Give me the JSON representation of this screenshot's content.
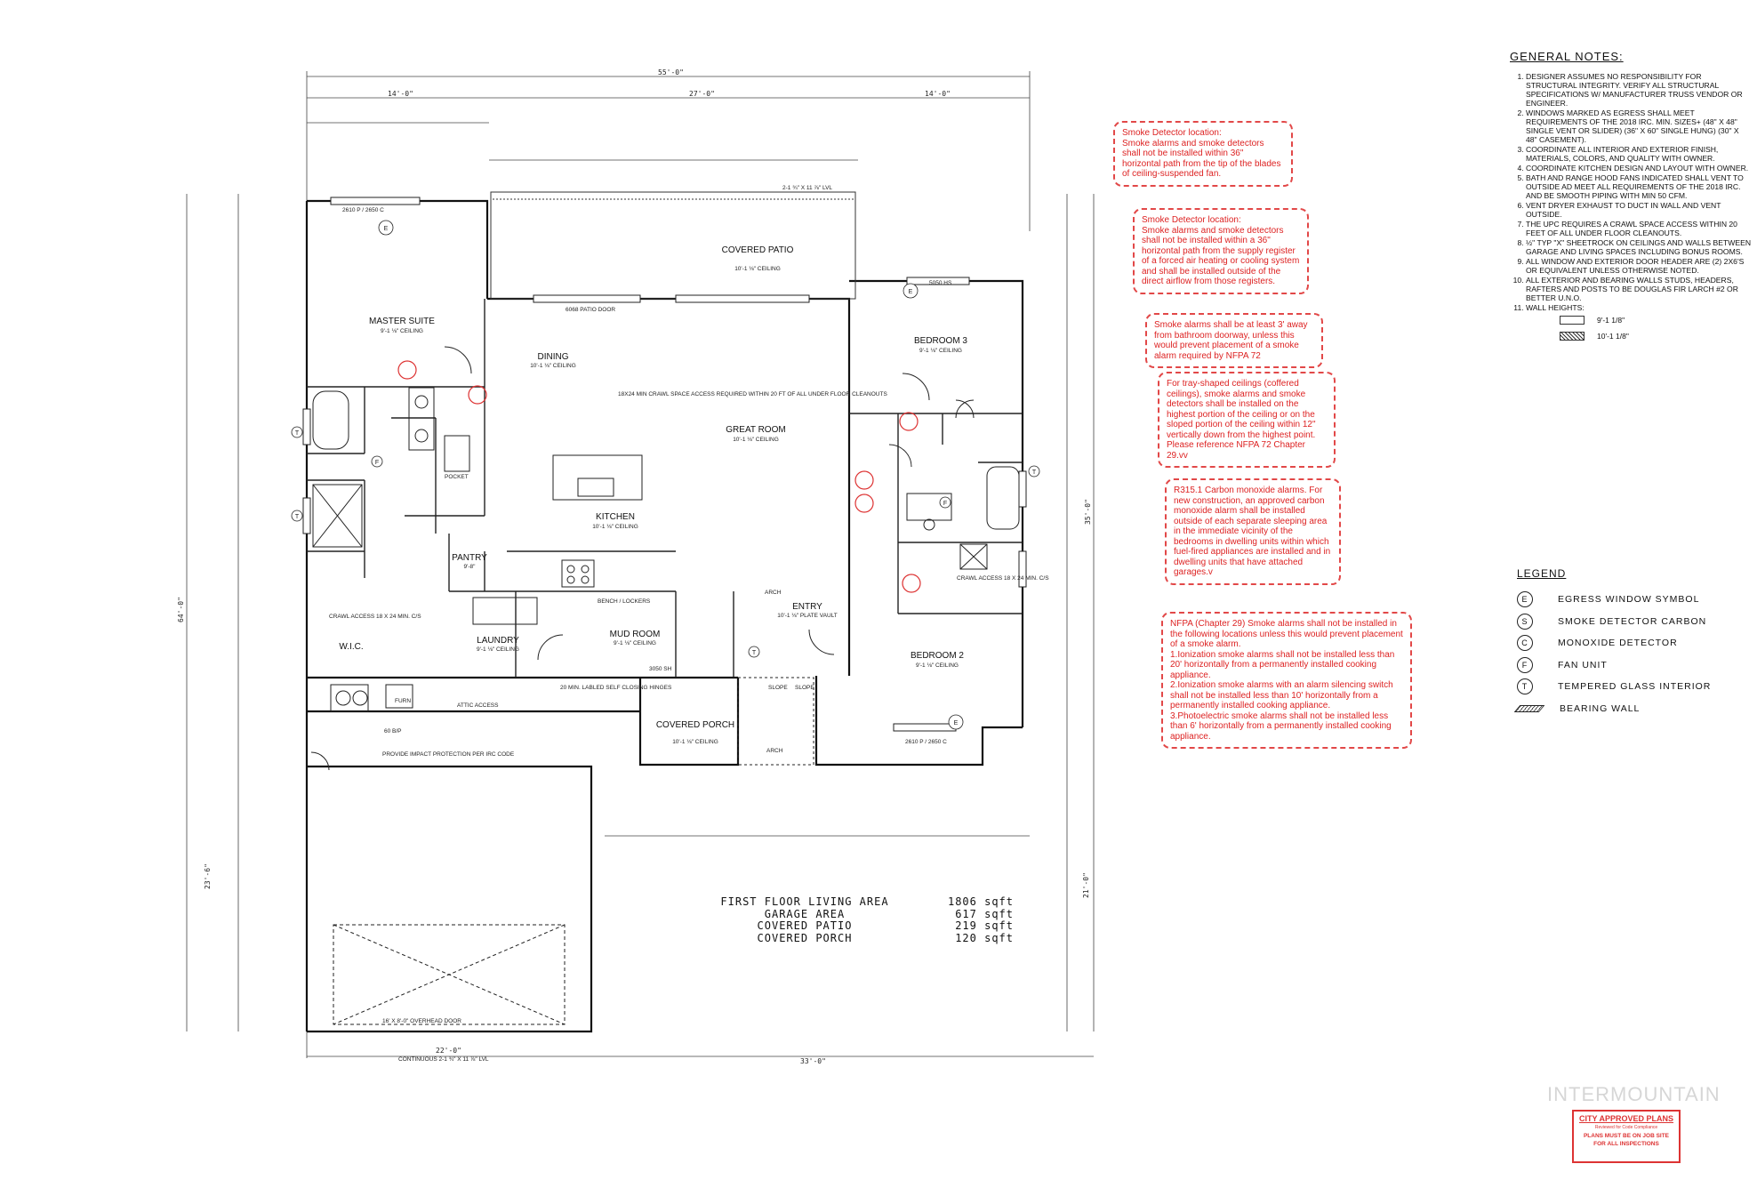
{
  "rooms": {
    "master_suite": {
      "name": "MASTER SUITE",
      "ceiling": "9'-1 ⅛\" CEILING"
    },
    "dining": {
      "name": "DINING",
      "ceiling": "10'-1 ⅛\" CEILING"
    },
    "great_room": {
      "name": "GREAT ROOM",
      "ceiling": "10'-1 ⅛\" CEILING"
    },
    "kitchen": {
      "name": "KITCHEN",
      "ceiling": "10'-1 ⅛\" CEILING"
    },
    "covered_patio": {
      "name": "COVERED PATIO",
      "ceiling": "10'-1 ⅛\" CEILING"
    },
    "bedroom3": {
      "name": "BEDROOM 3",
      "ceiling": "9'-1 ⅛\" CEILING"
    },
    "bedroom2": {
      "name": "BEDROOM 2",
      "ceiling": "9'-1 ⅛\" CEILING"
    },
    "pantry": {
      "name": "PANTRY",
      "ceiling": "9'-8\""
    },
    "laundry": {
      "name": "LAUNDRY",
      "ceiling": "9'-1 ⅛\" CEILING"
    },
    "mud_room": {
      "name": "MUD ROOM",
      "ceiling": "9'-1 ⅛\" CEILING"
    },
    "entry": {
      "name": "ENTRY",
      "ceiling": "10'-1 ⅛\" PLATE VAULT"
    },
    "covered_porch": {
      "name": "COVERED PORCH",
      "ceiling": "10'-1 ⅛\" CEILING"
    },
    "wic": {
      "name": "W.I.C."
    }
  },
  "plan_labels": {
    "crawl_space": "18X24 MIN CRAWL SPACE ACCESS REQUIRED WITHIN 20 FT OF ALL UNDER FLOOR CLEANOUTS",
    "crawl_access": "CRAWL ACCESS 18 X 24 MIN. C/S",
    "attic_access": "ATTIC ACCESS",
    "impact": "PROVIDE IMPACT PROTECTION PER IRC CODE",
    "bench": "BENCH / LOCKERS",
    "self_closing": "20 MIN. LABLED SELF CLOSING HINGES",
    "overhead_door": "16' X 8'-0\" OVERHEAD DOOR",
    "continuous": "CONTINUOUS 2-1 ¾\" X 11 ⅞\" LVL",
    "lvl": "2-1 ¾\" X 11 ⅞\" LVL",
    "patio_door": "6068 PATIO DOOR",
    "pocket": "POCKET",
    "slope": "SLOPE",
    "arch": "ARCH",
    "furn": "FURN",
    "sixty_wh": "60 B/P",
    "win_e1": "2610 P / 2650 C",
    "win_e2": "5050 HS",
    "win_3050": "3050 SH"
  },
  "dimensions": {
    "overall_top": "55'-0\"",
    "top_left": "14'-0\"",
    "top_mid": "27'-0\"",
    "top_right": "14'-0\"",
    "left_total": "64'-0\"",
    "right_total": "35'-0\"",
    "bottom_left": "22'-0\"",
    "bottom_right": "33'-0\"",
    "garage_side": "23'-6\"",
    "right_lower": "21'-0\""
  },
  "areas": [
    {
      "label": "FIRST FLOOR LIVING AREA",
      "value": "1806 sqft"
    },
    {
      "label": "GARAGE AREA",
      "value": "617 sqft"
    },
    {
      "label": "COVERED PATIO",
      "value": "219 sqft"
    },
    {
      "label": "COVERED PORCH",
      "value": "120 sqft"
    }
  ],
  "red_notes": [
    "Smoke Detector location:\nSmoke alarms and smoke detectors shall not be installed within 36\" horizontal path from the tip of the blades of ceiling-suspended fan.",
    "Smoke Detector location:\nSmoke alarms and smoke detectors shall not be installed within a 36\" horizontal path from the supply register of a forced air heating or cooling system and shall be installed outside of the direct airflow from those registers.",
    "Smoke alarms shall be at least 3' away from bathroom doorway, unless this would prevent placement of a smoke alarm required by NFPA 72",
    "For tray-shaped ceilings (coffered ceilings), smoke alarms and smoke detectors shall be installed on the highest portion of the ceiling or on the sloped portion of the ceiling within 12\" vertically down from the highest point. Please reference NFPA 72 Chapter 29.vv",
    "R315.1 Carbon monoxide alarms. For new construction, an approved carbon monoxide alarm shall be installed outside of each separate sleeping area in the immediate vicinity of the bedrooms in dwelling units within which fuel-fired appliances are installed and in dwelling units that have attached garages.v",
    "NFPA (Chapter 29) Smoke alarms shall not be installed in the following locations unless this would prevent placement of a smoke alarm.\n1.Ionization smoke alarms shall not be installed less than 20' horizontally from a permanently installed cooking appliance.\n2.Ionization smoke alarms with an alarm silencing switch shall not be installed less than 10' horizontally from a permanently installed cooking appliance.\n3.Photoelectric smoke alarms shall not be installed less than 6' horizontally from a permanently installed cooking appliance."
  ],
  "general_notes": {
    "title": "GENERAL NOTES:",
    "items": [
      "DESIGNER ASSUMES NO RESPONSIBILITY FOR STRUCTURAL INTEGRITY. VERIFY ALL STRUCTURAL SPECIFICATIONS W/ MANUFACTURER TRUSS VENDOR OR ENGINEER.",
      "WINDOWS MARKED AS EGRESS SHALL MEET REQUIREMENTS OF THE 2018 IRC. MIN. SIZES+ (48\" X 48\" SINGLE VENT OR SLIDER) (36\" X 60\" SINGLE HUNG) (30\" X 48\" CASEMENT).",
      "COORDINATE ALL INTERIOR AND EXTERIOR FINISH, MATERIALS, COLORS, AND QUALITY WITH OWNER.",
      "COORDINATE KITCHEN DESIGN AND LAYOUT WITH OWNER.",
      "BATH AND RANGE HOOD FANS INDICATED SHALL VENT TO OUTSIDE AD MEET ALL REQUIREMENTS OF THE 2018 IRC. AND BE SMOOTH PIPING WITH MIN 50 CFM.",
      "VENT DRYER EXHAUST TO DUCT IN WALL AND VENT OUTSIDE.",
      "THE UPC REQUIRES A CRAWL SPACE ACCESS WITHIN 20 FEET OF ALL UNDER FLOOR CLEANOUTS.",
      "½\" TYP \"X\" SHEETROCK ON CEILINGS AND WALLS BETWEEN GARAGE AND LIVING SPACES INCLUDING BONUS ROOMS.",
      "ALL WINDOW AND EXTERIOR DOOR HEADER ARE (2) 2X6'S OR EQUIVALENT UNLESS OTHERWISE NOTED.",
      "ALL EXTERIOR AND BEARING WALLS STUDS, HEADERS, RAFTERS AND POSTS TO BE DOUGLAS FIR LARCH #2 OR BETTER U.N.O.",
      "WALL HEIGHTS:"
    ],
    "heights": [
      "9'-1 1/8\"",
      "10'-1 1/8\""
    ]
  },
  "legend": {
    "title": "LEGEND",
    "items": [
      {
        "sym": "E",
        "label": "EGRESS WINDOW SYMBOL"
      },
      {
        "sym": "S",
        "label": "SMOKE DETECTOR CARBON"
      },
      {
        "sym": "C",
        "label": "MONOXIDE DETECTOR"
      },
      {
        "sym": "F",
        "label": "FAN UNIT"
      },
      {
        "sym": "T",
        "label": "TEMPERED GLASS INTERIOR"
      },
      {
        "sym": "",
        "label": "BEARING WALL"
      }
    ]
  },
  "watermark": "INTERMOUNTAIN",
  "stamp": {
    "title": "CITY APPROVED PLANS",
    "sub": "Reviewed for Code Compliance",
    "line1": "PLANS MUST BE ON JOB SITE",
    "line2": "FOR ALL INSPECTIONS"
  },
  "colors": {
    "note_red": "#d22",
    "line": "#222"
  }
}
